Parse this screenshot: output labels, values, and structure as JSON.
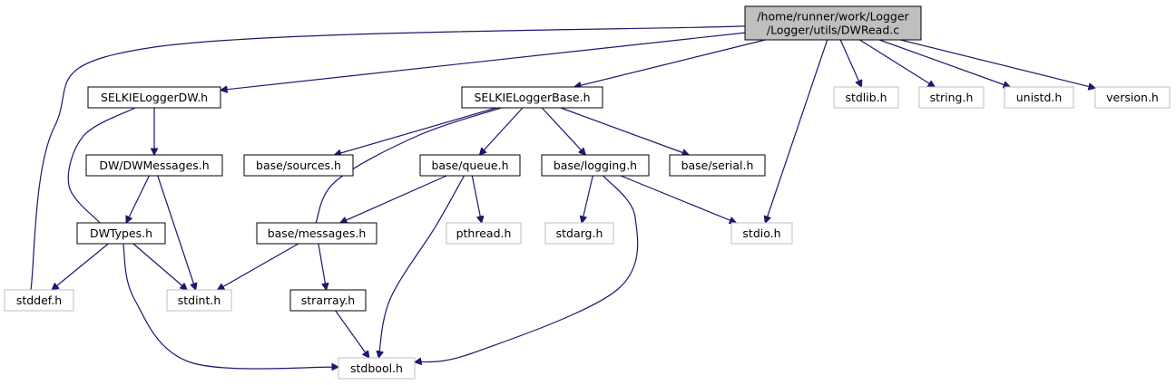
{
  "colors": {
    "edge": "#191970",
    "root_fill": "#bfbfbf",
    "root_stroke": "#000000",
    "local_stroke": "#000000",
    "system_stroke": "#bfbfbf",
    "local_text": "#000000",
    "system_text": "#808080"
  },
  "nodes": [
    {
      "id": "root",
      "kind": "root",
      "lines": [
        "/home/runner/work/Logger",
        "/Logger/utils/DWRead.c"
      ]
    },
    {
      "id": "selkieloggerdw",
      "kind": "local",
      "lines": [
        "SELKIELoggerDW.h"
      ]
    },
    {
      "id": "selkieloggerbase",
      "kind": "local",
      "lines": [
        "SELKIELoggerBase.h"
      ]
    },
    {
      "id": "stdlib",
      "kind": "system",
      "lines": [
        "stdlib.h"
      ]
    },
    {
      "id": "string",
      "kind": "system",
      "lines": [
        "string.h"
      ]
    },
    {
      "id": "unistd",
      "kind": "system",
      "lines": [
        "unistd.h"
      ]
    },
    {
      "id": "version",
      "kind": "system",
      "lines": [
        "version.h"
      ]
    },
    {
      "id": "dwmessages",
      "kind": "local",
      "lines": [
        "DW/DWMessages.h"
      ]
    },
    {
      "id": "sources",
      "kind": "local",
      "lines": [
        "base/sources.h"
      ]
    },
    {
      "id": "queue",
      "kind": "local",
      "lines": [
        "base/queue.h"
      ]
    },
    {
      "id": "logging",
      "kind": "local",
      "lines": [
        "base/logging.h"
      ]
    },
    {
      "id": "serial",
      "kind": "local",
      "lines": [
        "base/serial.h"
      ]
    },
    {
      "id": "dwtypes",
      "kind": "local",
      "lines": [
        "DWTypes.h"
      ]
    },
    {
      "id": "messages",
      "kind": "local",
      "lines": [
        "base/messages.h"
      ]
    },
    {
      "id": "pthread",
      "kind": "system",
      "lines": [
        "pthread.h"
      ]
    },
    {
      "id": "stdarg",
      "kind": "system",
      "lines": [
        "stdarg.h"
      ]
    },
    {
      "id": "stdio",
      "kind": "system",
      "lines": [
        "stdio.h"
      ]
    },
    {
      "id": "stddef",
      "kind": "system",
      "lines": [
        "stddef.h"
      ]
    },
    {
      "id": "stdint",
      "kind": "system",
      "lines": [
        "stdint.h"
      ]
    },
    {
      "id": "strarray",
      "kind": "local",
      "lines": [
        "strarray.h"
      ]
    },
    {
      "id": "stdbool",
      "kind": "system",
      "lines": [
        "stdbool.h"
      ]
    }
  ],
  "edges": [
    [
      "root",
      "selkieloggerdw"
    ],
    [
      "root",
      "selkieloggerbase"
    ],
    [
      "root",
      "stddef"
    ],
    [
      "root",
      "stdlib"
    ],
    [
      "root",
      "string"
    ],
    [
      "root",
      "unistd"
    ],
    [
      "root",
      "version"
    ],
    [
      "root",
      "stdio"
    ],
    [
      "selkieloggerdw",
      "dwmessages"
    ],
    [
      "selkieloggerdw",
      "dwtypes"
    ],
    [
      "dwmessages",
      "dwtypes"
    ],
    [
      "dwmessages",
      "stdint"
    ],
    [
      "dwtypes",
      "stddef"
    ],
    [
      "dwtypes",
      "stdint"
    ],
    [
      "dwtypes",
      "stdbool"
    ],
    [
      "selkieloggerbase",
      "sources"
    ],
    [
      "selkieloggerbase",
      "queue"
    ],
    [
      "selkieloggerbase",
      "logging"
    ],
    [
      "selkieloggerbase",
      "serial"
    ],
    [
      "selkieloggerbase",
      "messages"
    ],
    [
      "queue",
      "messages"
    ],
    [
      "queue",
      "pthread"
    ],
    [
      "queue",
      "stdbool"
    ],
    [
      "logging",
      "stdarg"
    ],
    [
      "logging",
      "stdio"
    ],
    [
      "logging",
      "stdbool"
    ],
    [
      "messages",
      "stdint"
    ],
    [
      "messages",
      "strarray"
    ],
    [
      "strarray",
      "stdbool"
    ]
  ]
}
